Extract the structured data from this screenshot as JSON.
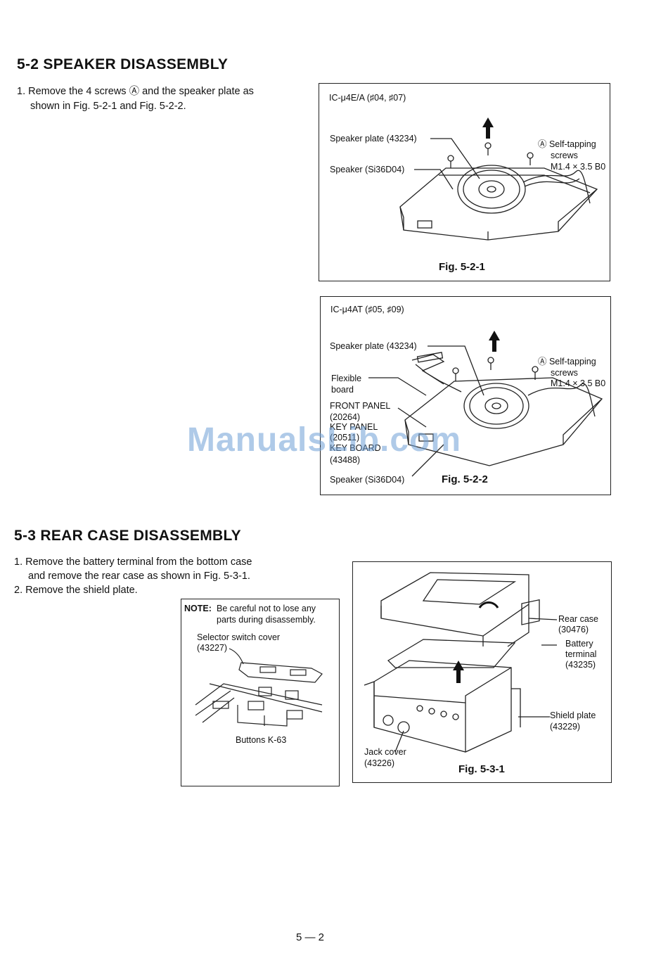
{
  "sec52": {
    "title": "5-2 SPEAKER DISASSEMBLY",
    "step1_line1": "1. Remove the 4 screws Ⓐ and the speaker plate as",
    "step1_line2": "shown in Fig. 5-2-1 and Fig. 5-2-2."
  },
  "fig521": {
    "model": "IC-μ4E/A (♯04, ♯07)",
    "speaker_plate": "Speaker plate (43234)",
    "speaker": "Speaker (Si36D04)",
    "screws_1": "Ⓐ Self-tapping",
    "screws_2": "screws",
    "screws_3": "M1.4 × 3.5 B0",
    "caption": "Fig. 5-2-1"
  },
  "fig522": {
    "model": "IC-μ4AT (♯05, ♯09)",
    "speaker_plate": "Speaker plate (43234)",
    "flex_1": "Flexible",
    "flex_2": "board",
    "fp_1": "FRONT PANEL",
    "fp_2": "(20264)",
    "kp_1": "KEY PANEL",
    "kp_2": "(20511)",
    "kb_1": "KEY BOARD",
    "kb_2": "(43488)",
    "speaker": "Speaker (Si36D04)",
    "screws_1": "Ⓐ Self-tapping",
    "screws_2": "screws",
    "screws_3": "M1.4 × 3.5 B0",
    "caption": "Fig. 5-2-2"
  },
  "sec53": {
    "title": "5-3 REAR CASE DISASSEMBLY",
    "step1_line1": "1. Remove the battery terminal from the bottom case",
    "step1_line2": "and remove the rear case as shown in Fig. 5-3-1.",
    "step2": "2. Remove the shield plate."
  },
  "note": {
    "label": "NOTE:",
    "line1": "Be careful not to lose any",
    "line2": "parts during disassembly.",
    "sel_1": "Selector switch cover",
    "sel_2": "(43227)",
    "buttons": "Buttons K-63"
  },
  "fig531": {
    "rear_1": "Rear case",
    "rear_2": "(30476)",
    "batt_1": "Battery",
    "batt_2": "terminal",
    "batt_3": "(43235)",
    "shield_1": "Shield plate",
    "shield_2": "(43229)",
    "jack_1": "Jack cover",
    "jack_2": "(43226)",
    "caption": "Fig. 5-3-1"
  },
  "watermark": "ManualsLib.com",
  "page_number": "5 — 2"
}
